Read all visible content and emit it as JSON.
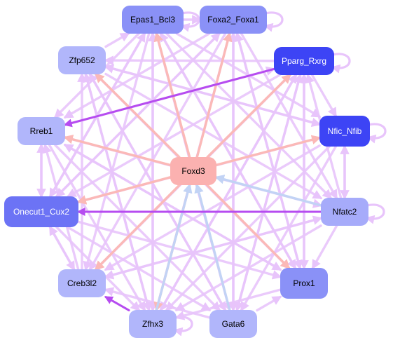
{
  "colors": {
    "edge_default": "#e8c4fb",
    "edge_strong": "#b64cf0",
    "edge_hub": "#fbb9b7",
    "edge_blue": "#c2d3f5",
    "hub_fill": "#fbb1b0",
    "node_light": "#b1b6fb",
    "node_mid": "#8a91f7",
    "node_dark": "#3d44f5"
  },
  "nodes": [
    {
      "id": "foxd3",
      "label": "Foxd3",
      "fill": "#fbb1b0",
      "text": "#000000"
    },
    {
      "id": "epas1",
      "label": "Epas1_Bcl3",
      "fill": "#8a91f7",
      "text": "#000000"
    },
    {
      "id": "foxa2",
      "label": "Foxa2_Foxa1",
      "fill": "#8a91f7",
      "text": "#000000"
    },
    {
      "id": "zfp652",
      "label": "Zfp652",
      "fill": "#b1b6fb",
      "text": "#000000"
    },
    {
      "id": "pparg",
      "label": "Pparg_Rxrg",
      "fill": "#3d44f5",
      "text": "#ffffff"
    },
    {
      "id": "rreb1",
      "label": "Rreb1",
      "fill": "#b1b6fb",
      "text": "#000000"
    },
    {
      "id": "nfic",
      "label": "Nfic_Nfib",
      "fill": "#3d44f5",
      "text": "#ffffff"
    },
    {
      "id": "onecut1",
      "label": "Onecut1_Cux2",
      "fill": "#6c73f5",
      "text": "#ffffff"
    },
    {
      "id": "nfatc2",
      "label": "Nfatc2",
      "fill": "#a6abfa",
      "text": "#000000"
    },
    {
      "id": "creb3l2",
      "label": "Creb3l2",
      "fill": "#b1b6fb",
      "text": "#000000"
    },
    {
      "id": "prox1",
      "label": "Prox1",
      "fill": "#8a91f7",
      "text": "#000000"
    },
    {
      "id": "zfhx3",
      "label": "Zfhx3",
      "fill": "#b1b6fb",
      "text": "#000000"
    },
    {
      "id": "gata6",
      "label": "Gata6",
      "fill": "#b1b6fb",
      "text": "#000000"
    }
  ],
  "edges": [
    {
      "from": "foxd3",
      "to": "epas1",
      "color": "#fbb9b7"
    },
    {
      "from": "foxd3",
      "to": "foxa2",
      "color": "#fbb9b7"
    },
    {
      "from": "foxd3",
      "to": "zfp652",
      "color": "#fbb9b7"
    },
    {
      "from": "foxd3",
      "to": "pparg",
      "color": "#fbb9b7"
    },
    {
      "from": "foxd3",
      "to": "rreb1",
      "color": "#fbb9b7"
    },
    {
      "from": "foxd3",
      "to": "nfic",
      "color": "#fbb9b7"
    },
    {
      "from": "foxd3",
      "to": "onecut1",
      "color": "#fbb9b7"
    },
    {
      "from": "foxd3",
      "to": "prox1",
      "color": "#fbb9b7"
    },
    {
      "from": "foxd3",
      "to": "creb3l2",
      "color": "#fbb9b7"
    },
    {
      "from": "foxd3",
      "to": "zfhx3",
      "color": "#fbb9b7"
    },
    {
      "from": "nfatc2",
      "to": "foxd3",
      "color": "#c2d3f5"
    },
    {
      "from": "gata6",
      "to": "foxd3",
      "color": "#c2d3f5"
    },
    {
      "from": "zfhx3",
      "to": "foxd3",
      "color": "#c2d3f5"
    },
    {
      "from": "pparg",
      "to": "rreb1",
      "color": "#b64cf0"
    },
    {
      "from": "nfatc2",
      "to": "onecut1",
      "color": "#b64cf0"
    },
    {
      "from": "epas1",
      "to": "gata6",
      "color": "#e8c4fb"
    },
    {
      "from": "epas1",
      "to": "zfhx3",
      "color": "#e8c4fb"
    },
    {
      "from": "epas1",
      "to": "prox1",
      "color": "#e8c4fb"
    },
    {
      "from": "epas1",
      "to": "creb3l2",
      "color": "#e8c4fb"
    },
    {
      "from": "epas1",
      "to": "nfatc2",
      "color": "#e8c4fb"
    },
    {
      "from": "epas1",
      "to": "rreb1",
      "color": "#e8c4fb"
    },
    {
      "from": "epas1",
      "to": "onecut1",
      "color": "#e8c4fb"
    },
    {
      "from": "epas1",
      "to": "nfic",
      "color": "#e8c4fb"
    },
    {
      "from": "foxa2",
      "to": "gata6",
      "color": "#e8c4fb"
    },
    {
      "from": "foxa2",
      "to": "zfhx3",
      "color": "#e8c4fb"
    },
    {
      "from": "foxa2",
      "to": "creb3l2",
      "color": "#e8c4fb"
    },
    {
      "from": "foxa2",
      "to": "prox1",
      "color": "#e8c4fb"
    },
    {
      "from": "foxa2",
      "to": "onecut1",
      "color": "#e8c4fb"
    },
    {
      "from": "foxa2",
      "to": "rreb1",
      "color": "#e8c4fb"
    },
    {
      "from": "foxa2",
      "to": "nfatc2",
      "color": "#e8c4fb"
    },
    {
      "from": "zfp652",
      "to": "gata6",
      "color": "#e8c4fb"
    },
    {
      "from": "zfp652",
      "to": "prox1",
      "color": "#e8c4fb"
    },
    {
      "from": "zfp652",
      "to": "nfatc2",
      "color": "#e8c4fb"
    },
    {
      "from": "zfp652",
      "to": "zfhx3",
      "color": "#e8c4fb"
    },
    {
      "from": "zfp652",
      "to": "nfic",
      "color": "#e8c4fb"
    },
    {
      "from": "pparg",
      "to": "gata6",
      "color": "#e8c4fb"
    },
    {
      "from": "pparg",
      "to": "zfhx3",
      "color": "#e8c4fb"
    },
    {
      "from": "pparg",
      "to": "creb3l2",
      "color": "#e8c4fb"
    },
    {
      "from": "pparg",
      "to": "onecut1",
      "color": "#e8c4fb"
    },
    {
      "from": "pparg",
      "to": "prox1",
      "color": "#e8c4fb"
    },
    {
      "from": "pparg",
      "to": "zfp652",
      "color": "#e8c4fb"
    },
    {
      "from": "rreb1",
      "to": "nfatc2",
      "color": "#e8c4fb"
    },
    {
      "from": "rreb1",
      "to": "prox1",
      "color": "#e8c4fb"
    },
    {
      "from": "rreb1",
      "to": "gata6",
      "color": "#e8c4fb"
    },
    {
      "from": "rreb1",
      "to": "zfhx3",
      "color": "#e8c4fb"
    },
    {
      "from": "rreb1",
      "to": "pparg",
      "color": "#e8c4fb"
    },
    {
      "from": "nfic",
      "to": "creb3l2",
      "color": "#e8c4fb"
    },
    {
      "from": "nfic",
      "to": "onecut1",
      "color": "#e8c4fb"
    },
    {
      "from": "nfic",
      "to": "gata6",
      "color": "#e8c4fb"
    },
    {
      "from": "nfic",
      "to": "zfhx3",
      "color": "#e8c4fb"
    },
    {
      "from": "nfic",
      "to": "zfp652",
      "color": "#e8c4fb"
    },
    {
      "from": "onecut1",
      "to": "prox1",
      "color": "#e8c4fb"
    },
    {
      "from": "onecut1",
      "to": "gata6",
      "color": "#e8c4fb"
    },
    {
      "from": "onecut1",
      "to": "foxa2",
      "color": "#e8c4fb"
    },
    {
      "from": "onecut1",
      "to": "epas1",
      "color": "#e8c4fb"
    },
    {
      "from": "onecut1",
      "to": "zfhx3",
      "color": "#e8c4fb"
    },
    {
      "from": "nfatc2",
      "to": "creb3l2",
      "color": "#e8c4fb"
    },
    {
      "from": "nfatc2",
      "to": "zfhx3",
      "color": "#e8c4fb"
    },
    {
      "from": "nfatc2",
      "to": "pparg",
      "color": "#e8c4fb"
    },
    {
      "from": "nfatc2",
      "to": "nfic",
      "color": "#e8c4fb"
    },
    {
      "from": "creb3l2",
      "to": "onecut1",
      "color": "#e8c4fb"
    },
    {
      "from": "creb3l2",
      "to": "rreb1",
      "color": "#e8c4fb"
    },
    {
      "from": "creb3l2",
      "to": "zfp652",
      "color": "#e8c4fb"
    },
    {
      "from": "creb3l2",
      "to": "pparg",
      "color": "#e8c4fb"
    },
    {
      "from": "creb3l2",
      "to": "nfatc2",
      "color": "#e8c4fb"
    },
    {
      "from": "prox1",
      "to": "pparg",
      "color": "#e8c4fb"
    },
    {
      "from": "prox1",
      "to": "foxa2",
      "color": "#e8c4fb"
    },
    {
      "from": "prox1",
      "to": "epas1",
      "color": "#e8c4fb"
    },
    {
      "from": "prox1",
      "to": "rreb1",
      "color": "#e8c4fb"
    },
    {
      "from": "prox1",
      "to": "zfhx3",
      "color": "#e8c4fb"
    },
    {
      "from": "zfhx3",
      "to": "epas1",
      "color": "#e8c4fb"
    },
    {
      "from": "zfhx3",
      "to": "foxa2",
      "color": "#e8c4fb"
    },
    {
      "from": "zfhx3",
      "to": "pparg",
      "color": "#e8c4fb"
    },
    {
      "from": "zfhx3",
      "to": "zfp652",
      "color": "#e8c4fb"
    },
    {
      "from": "zfhx3",
      "to": "creb3l2",
      "color": "#b64cf0"
    },
    {
      "from": "gata6",
      "to": "epas1",
      "color": "#e8c4fb"
    },
    {
      "from": "gata6",
      "to": "foxa2",
      "color": "#e8c4fb"
    },
    {
      "from": "gata6",
      "to": "zfp652",
      "color": "#e8c4fb"
    },
    {
      "from": "gata6",
      "to": "pparg",
      "color": "#e8c4fb"
    },
    {
      "from": "gata6",
      "to": "creb3l2",
      "color": "#e8c4fb"
    },
    {
      "from": "gata6",
      "to": "prox1",
      "color": "#e8c4fb"
    },
    {
      "from": "rreb1",
      "to": "onecut1",
      "color": "#e8c4fb"
    },
    {
      "from": "onecut1",
      "to": "rreb1",
      "color": "#e8c4fb"
    },
    {
      "from": "onecut1",
      "to": "creb3l2",
      "color": "#e8c4fb"
    },
    {
      "from": "pparg",
      "to": "nfic",
      "color": "#e8c4fb"
    },
    {
      "from": "nfic",
      "to": "nfatc2",
      "color": "#e8c4fb"
    },
    {
      "from": "nfatc2",
      "to": "prox1",
      "color": "#e8c4fb"
    },
    {
      "from": "zfp652",
      "to": "epas1",
      "color": "#e8c4fb"
    },
    {
      "from": "epas1",
      "to": "foxa2",
      "color": "#e8c4fb"
    }
  ],
  "self_loops": [
    "epas1",
    "foxa2",
    "pparg",
    "nfic",
    "nfatc2",
    "zfhx3"
  ]
}
